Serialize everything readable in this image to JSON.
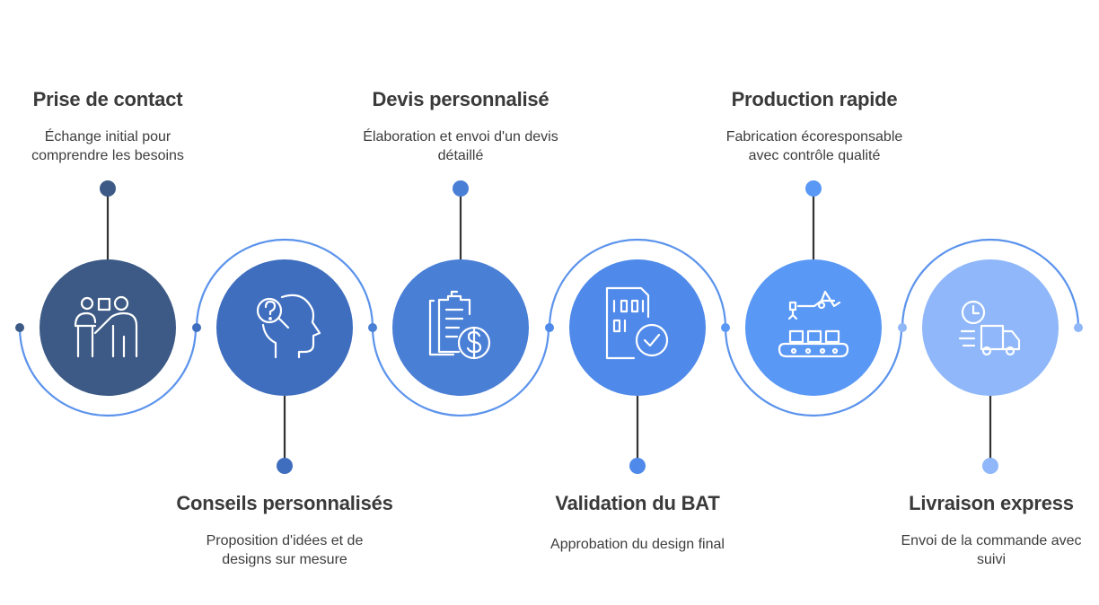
{
  "steps": [
    {
      "title": "Prise de contact",
      "desc_lines": [
        "Échange initial pour",
        "comprendre les besoins"
      ],
      "color": "#3c5a85",
      "icon": "meeting-people-icon"
    },
    {
      "title": "Conseils personnalisés",
      "desc_lines": [
        "Proposition d'idées et de",
        "designs sur mesure"
      ],
      "color": "#3f6ebf",
      "icon": "head-question-icon"
    },
    {
      "title": "Devis personnalisé",
      "desc_lines": [
        "Élaboration et envoi d'un devis",
        "détaillé"
      ],
      "color": "#4a7fd6",
      "icon": "clipboard-dollar-icon"
    },
    {
      "title": "Validation du BAT",
      "desc_lines": [
        "Approbation du design final"
      ],
      "color": "#4f89ea",
      "icon": "document-check-icon"
    },
    {
      "title": "Production rapide",
      "desc_lines": [
        "Fabrication écoresponsable",
        "avec contrôle qualité"
      ],
      "color": "#5a98f5",
      "icon": "robot-conveyor-icon"
    },
    {
      "title": "Livraison express",
      "desc_lines": [
        "Envoi de la commande avec",
        "suivi"
      ],
      "color": "#8fb7f9",
      "icon": "clock-truck-icon"
    }
  ],
  "connector_color": "#5b93ec",
  "stem_color": "#333333"
}
